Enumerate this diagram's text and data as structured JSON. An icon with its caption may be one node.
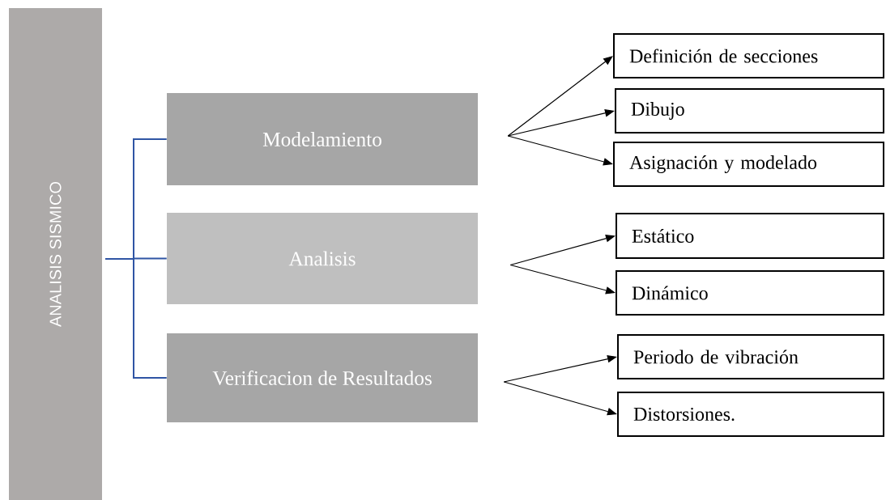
{
  "diagram": {
    "nodes": [
      {
        "text": [
          "ANALISIS SISMICO"
        ]
      },
      {
        "text": [
          "Modelamiento"
        ]
      },
      {
        "text": [
          "Analisis"
        ]
      },
      {
        "text": [
          "Verificacion de Resultados"
        ]
      },
      {
        "text": [
          "Definición de secciones"
        ]
      },
      {
        "text": [
          "Dibujo"
        ]
      },
      {
        "text": [
          "Asignación y modelado"
        ]
      },
      {
        "text": [
          "Estático"
        ]
      },
      {
        "text": [
          "Dinámico"
        ]
      },
      {
        "text": [
          "Periodo de vibración"
        ]
      },
      {
        "text": [
          "Distorsiones."
        ]
      }
    ],
    "edges": [
      {
        "from": 0,
        "to": 1,
        "arrow": "none",
        "color": "#2f55a4"
      },
      {
        "from": 0,
        "to": 2,
        "arrow": "none",
        "color": "#2f55a4"
      },
      {
        "from": 0,
        "to": 3,
        "arrow": "none",
        "color": "#2f55a4"
      },
      {
        "from": 1,
        "to": 4,
        "arrow": "to"
      },
      {
        "from": 1,
        "to": 5,
        "arrow": "to"
      },
      {
        "from": 1,
        "to": 6,
        "arrow": "to"
      },
      {
        "from": 2,
        "to": 7,
        "arrow": "to"
      },
      {
        "from": 2,
        "to": 8,
        "arrow": "to"
      },
      {
        "from": 3,
        "to": 9,
        "arrow": "to"
      },
      {
        "from": 3,
        "to": 10,
        "arrow": "to"
      }
    ]
  }
}
